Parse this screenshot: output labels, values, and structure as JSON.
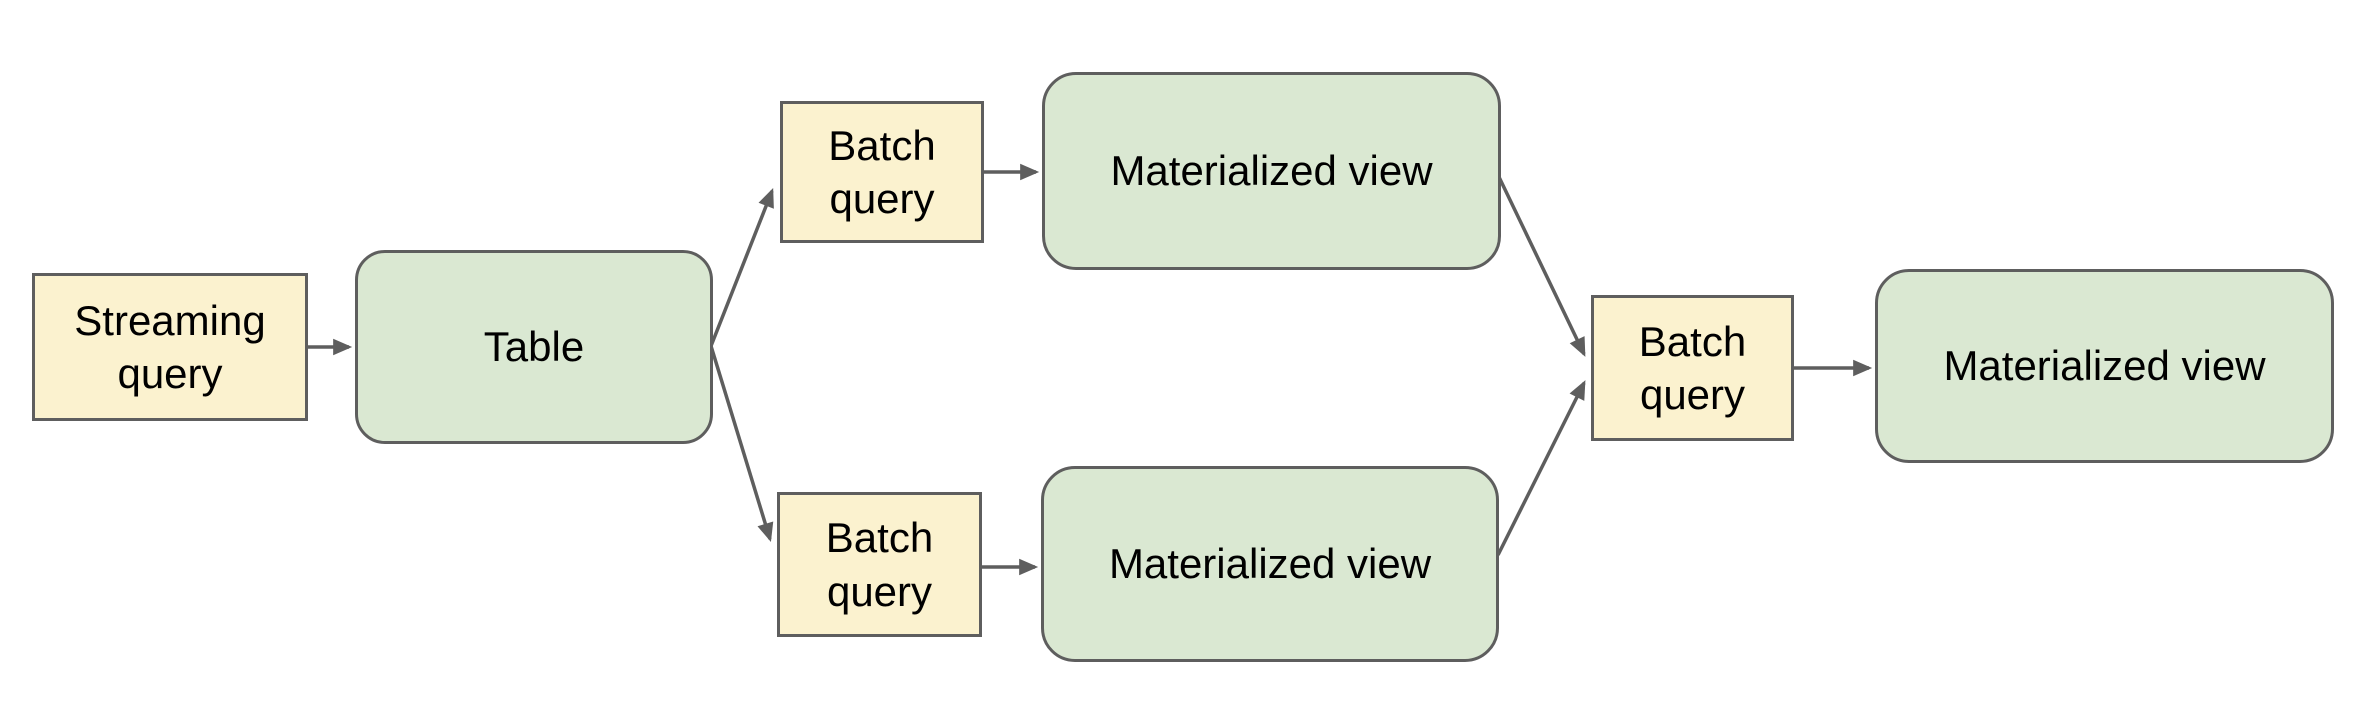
{
  "diagram": {
    "description": "Streaming and batch query pipeline flow",
    "nodes": {
      "streaming_query": {
        "label": "Streaming query",
        "shape": "rectangle",
        "fill": "#FBF2CF"
      },
      "table": {
        "label": "Table",
        "shape": "rounded-rectangle",
        "fill": "#DAE8D2"
      },
      "batch_query_top": {
        "label": "Batch query",
        "shape": "rectangle",
        "fill": "#FBF2CF"
      },
      "materialized_view_top": {
        "label": "Materialized view",
        "shape": "rounded-rectangle",
        "fill": "#DAE8D2"
      },
      "batch_query_bottom": {
        "label": "Batch query",
        "shape": "rectangle",
        "fill": "#FBF2CF"
      },
      "materialized_view_bottom": {
        "label": "Materialized view",
        "shape": "rounded-rectangle",
        "fill": "#DAE8D2"
      },
      "batch_query_merge": {
        "label": "Batch query",
        "shape": "rectangle",
        "fill": "#FBF2CF"
      },
      "materialized_view_final": {
        "label": "Materialized view",
        "shape": "rounded-rectangle",
        "fill": "#DAE8D2"
      }
    },
    "edges": [
      {
        "from": "streaming_query",
        "to": "table"
      },
      {
        "from": "table",
        "to": "batch_query_top"
      },
      {
        "from": "table",
        "to": "batch_query_bottom"
      },
      {
        "from": "batch_query_top",
        "to": "materialized_view_top"
      },
      {
        "from": "batch_query_bottom",
        "to": "materialized_view_bottom"
      },
      {
        "from": "materialized_view_top",
        "to": "batch_query_merge"
      },
      {
        "from": "materialized_view_bottom",
        "to": "batch_query_merge"
      },
      {
        "from": "batch_query_merge",
        "to": "materialized_view_final"
      }
    ]
  },
  "colors": {
    "background": "#FFFFFF",
    "yellow_fill": "#FBF2CF",
    "green_fill": "#DAE8D2",
    "node_border": "#5E5E5E",
    "arrow": "#5E5E5E",
    "text": "#000000"
  }
}
